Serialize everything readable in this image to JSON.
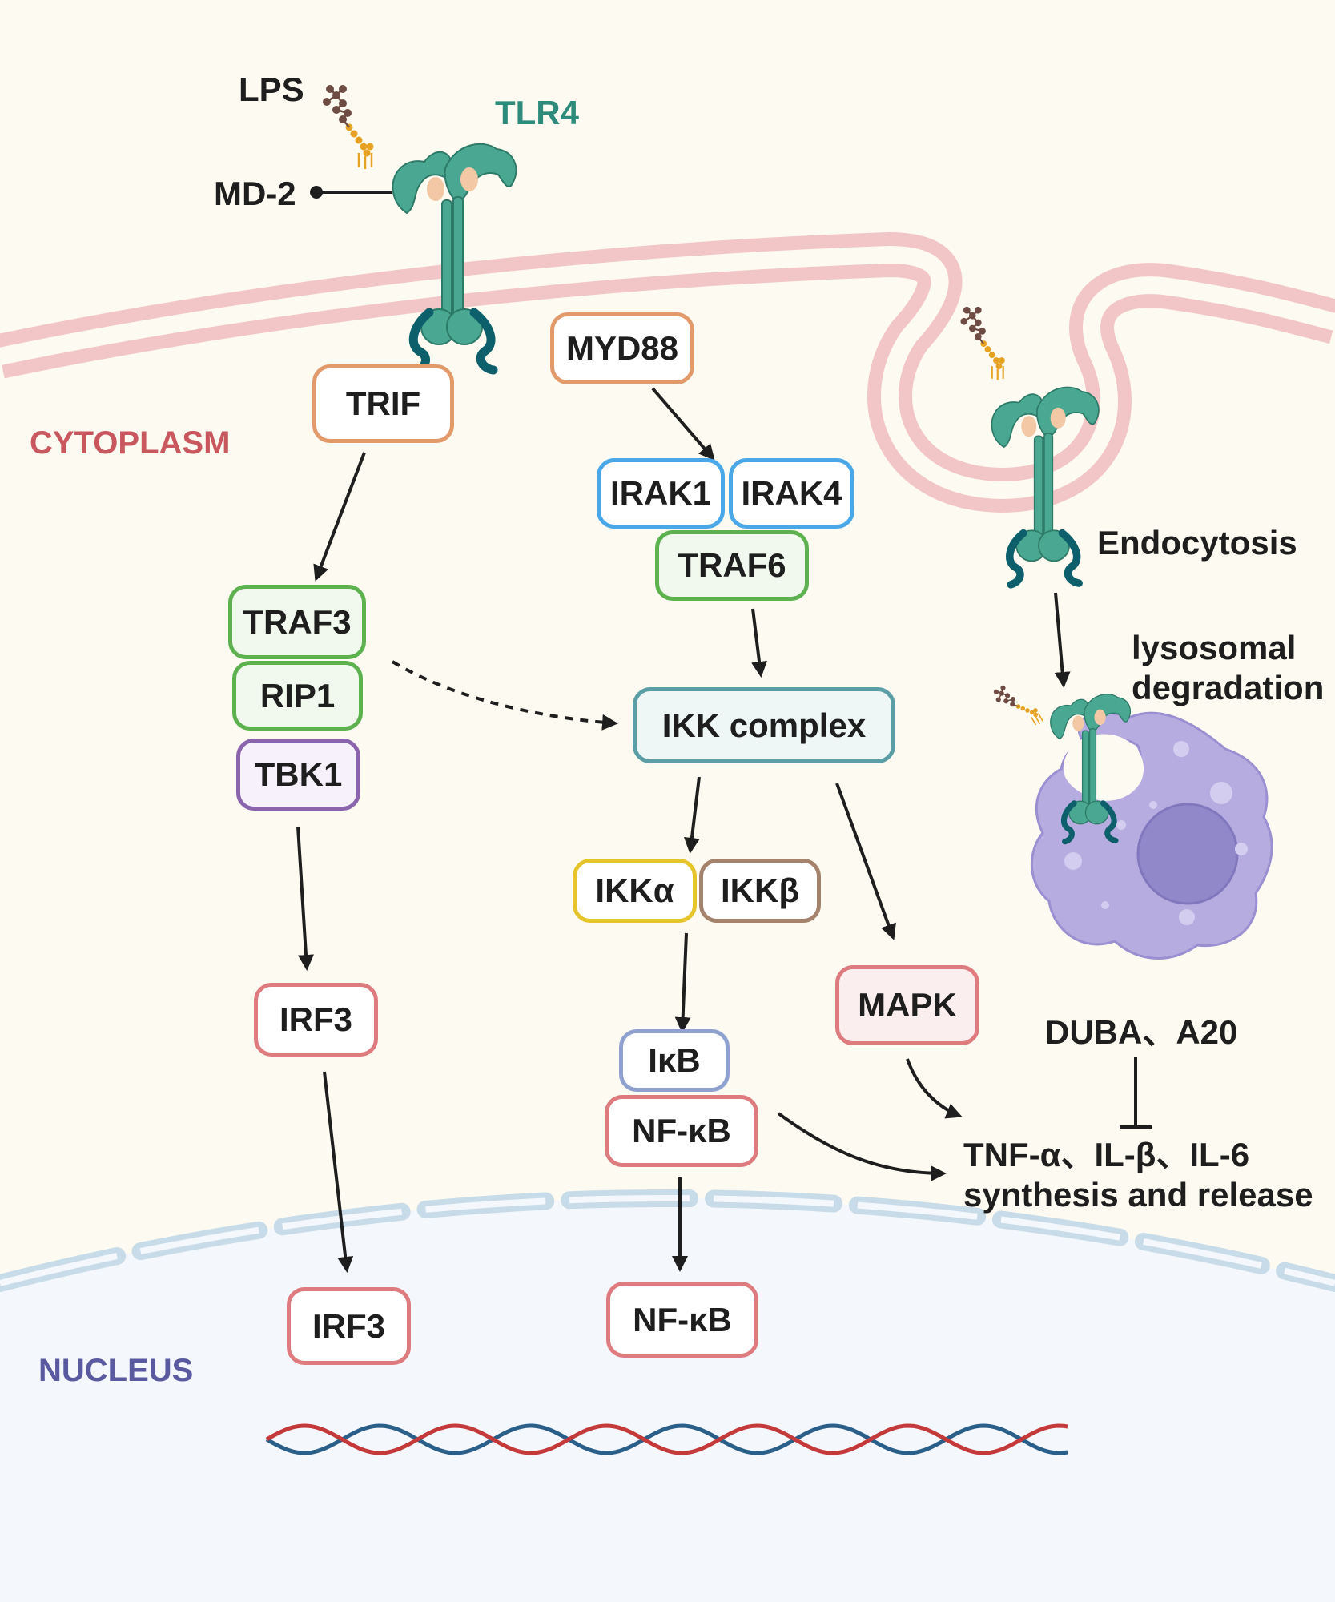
{
  "labels": {
    "lps": "LPS",
    "tlr4": "TLR4",
    "md2": "MD-2",
    "cytoplasm": "CYTOPLASM",
    "nucleus": "NUCLEUS",
    "endocytosis": "Endocytosis",
    "lysosomal_line1": "lysosomal",
    "lysosomal_line2": "degradation",
    "inhibitors": "DUBA、A20",
    "cytokines_line1": "TNF-α、IL-β、IL-6",
    "cytokines_line2": "synthesis and release"
  },
  "nodes": {
    "trif": "TRIF",
    "myd88": "MYD88",
    "irak1": "IRAK1",
    "irak4": "IRAK4",
    "traf6": "TRAF6",
    "traf3": "TRAF3",
    "rip1": "RIP1",
    "tbk1": "TBK1",
    "ikk_complex": "IKK complex",
    "ikk_alpha": "IKKα",
    "ikk_beta": "IKKβ",
    "ikb": "IκB",
    "nfkb_cyto": "NF-κB",
    "mapk": "MAPK",
    "irf3_cyto": "IRF3",
    "irf3_nuc": "IRF3",
    "nfkb_nuc": "NF-κB"
  },
  "colors": {
    "background": "#fdfbf1",
    "membrane": "#f2c6c6",
    "nucleus_fill": "#f4f7fb",
    "nuclear_envelope": "#c8dbe8",
    "receptor": "#4aa791",
    "orange_border": "#e39a6a",
    "blue_border": "#4aa8e8",
    "green_border": "#5db24f",
    "purple_border": "#8a64ad",
    "teal_border": "#5b9ea6",
    "yellow_border": "#e6c42c",
    "brown_border": "#a5826b",
    "periwinkle_border": "#8fa2cf",
    "red_border": "#dd7b7e",
    "cytoplasm_text": "#c9575e",
    "nucleus_text": "#5a5aa0",
    "tlr4_text": "#2e8b7b",
    "lysosome": "#b6ace0"
  },
  "icons": [
    "tlr4-receptor-icon",
    "lps-molecule-icon",
    "lysosome-cell-icon",
    "dna-helix-icon"
  ]
}
